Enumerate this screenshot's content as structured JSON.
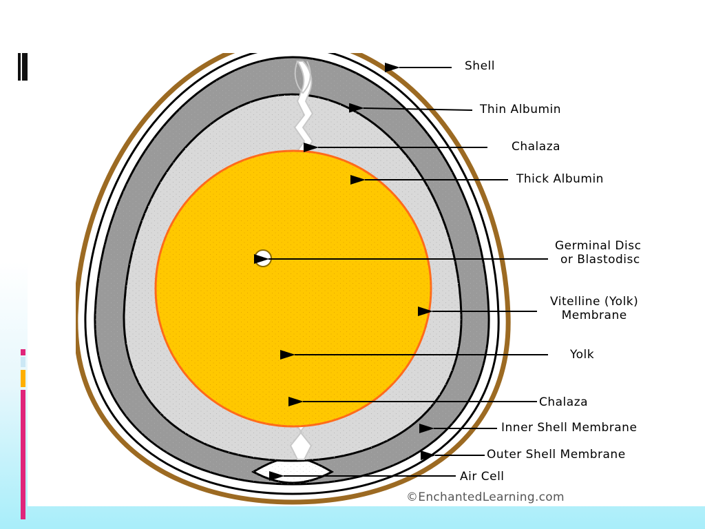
{
  "labels": {
    "shell": "Shell",
    "thin_albumin": "Thin Albumin",
    "chalaza_top": "Chalaza",
    "thick_albumin": "Thick Albumin",
    "germinal_disc_line1": "Germinal Disc",
    "germinal_disc_line2": "or Blastodisc",
    "vitelline_line1": "Vitelline (Yolk)",
    "vitelline_line2": "Membrane",
    "yolk": "Yolk",
    "chalaza_bottom": "Chalaza",
    "inner_shell_membrane": "Inner Shell Membrane",
    "outer_shell_membrane": "Outer Shell Membrane",
    "air_cell": "Air Cell"
  },
  "credit": "©EnchantedLearning.com",
  "colors": {
    "shell": "#9c6a22",
    "yolk": "#ffc800",
    "yolk_border": "#ff6a1a",
    "thin_albumin": "#9a9a9a",
    "thick_albumin": "#d9d9d9",
    "accent_pink": "#e0257a",
    "accent_orange": "#ffb000",
    "accent_light": "#cce8f5"
  }
}
